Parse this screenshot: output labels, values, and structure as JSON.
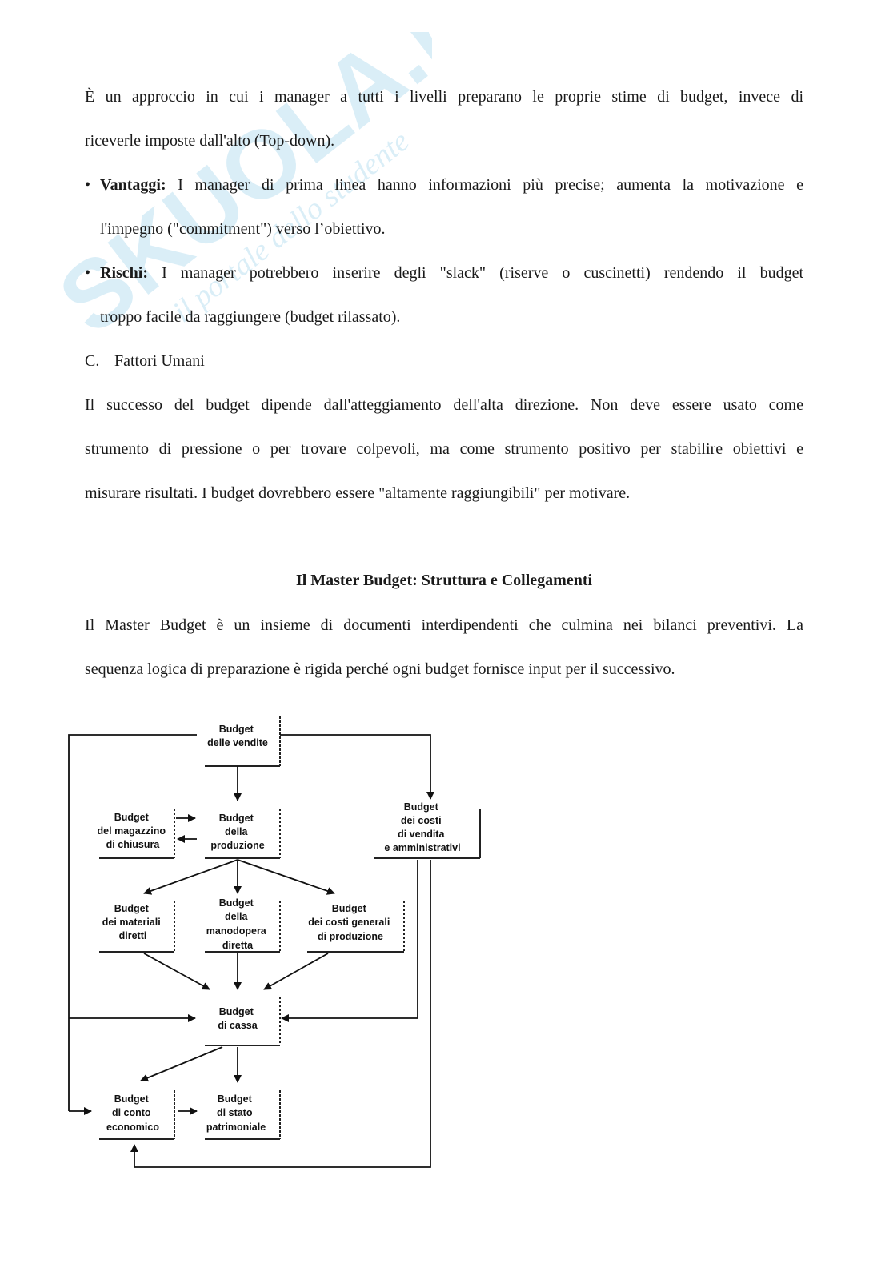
{
  "watermark": {
    "brand": "SKUOLA.net",
    "tagline": "il portale dello studente"
  },
  "intro": {
    "line1": "È un approccio in cui i manager a tutti i livelli preparano le proprie stime di budget, invece di",
    "line2": "riceverle imposte dall'alto (Top-down)."
  },
  "bullets": [
    {
      "term": "Vantaggi:",
      "line1": " I manager di prima linea hanno informazioni più precise; aumenta la motivazione e",
      "line2": "l'impegno (\"commitment\") verso l’obiettivo."
    },
    {
      "term": "Rischi:",
      "line1": " I manager potrebbero inserire degli \"slack\" (riserve o cuscinetti) rendendo il budget",
      "line2": "troppo facile da raggiungere (budget rilassato)."
    }
  ],
  "section_c": {
    "num": "C.",
    "title": "Fattori Umani"
  },
  "human_factors": {
    "line1": "Il successo del budget dipende dall'atteggiamento dell'alta direzione. Non deve essere usato come",
    "line2": "strumento di pressione o per trovare colpevoli, ma come strumento positivo per stabilire obiettivi e",
    "line3": "misurare risultati. I budget dovrebbero essere \"altamente raggiungibili\" per motivare."
  },
  "master_title": "Il Master Budget: Struttura e Collegamenti",
  "master_intro": {
    "line1": "Il Master Budget è un insieme di documenti interdipendenti che culmina nei bilanci preventivi. La",
    "line2": "sequenza logica di preparazione è rigida perché ogni budget fornisce input per il successivo."
  },
  "diagram": {
    "vendite": [
      "Budget",
      "delle vendite"
    ],
    "magazzino": [
      "Budget",
      "del magazzino",
      "di chiusura"
    ],
    "produzione": [
      "Budget",
      "della",
      "produzione"
    ],
    "costi_vendita": [
      "Budget",
      "dei costi",
      "di vendita",
      "e amministrativi"
    ],
    "materiali": [
      "Budget",
      "dei materiali",
      "diretti"
    ],
    "manodopera": [
      "Budget",
      "della",
      "manodopera",
      "diretta"
    ],
    "costi_generali": [
      "Budget",
      "dei costi generali",
      "di produzione"
    ],
    "cassa": [
      "Budget",
      "di cassa"
    ],
    "conto_economico": [
      "Budget",
      "di conto",
      "economico"
    ],
    "stato_patrimoniale": [
      "Budget",
      "di stato",
      "patrimoniale"
    ]
  }
}
